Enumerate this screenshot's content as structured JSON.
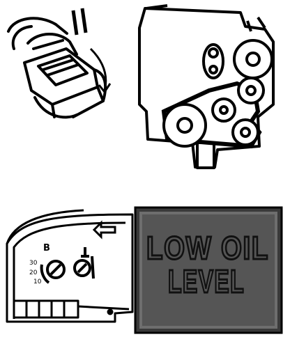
{
  "panel_a": {
    "icons": [
      "hand-pressing-switch-icon",
      "pause-bars-icon",
      "rotation-arrow-icon"
    ]
  },
  "panel_b": {
    "icons": [
      "engine-icon",
      "drive-belt-icon",
      "pulley-icon"
    ]
  },
  "panel_c": {
    "gauge_label": "B",
    "scale": [
      "30",
      "20",
      "10"
    ],
    "icons": [
      "left-arrow-icon",
      "knob-icon",
      "lamp-icon"
    ]
  },
  "warning_panel": {
    "line1": "LOW OIL",
    "line2": "LEVEL",
    "background": "#3a3a3a"
  },
  "colors": {
    "ink": "#000000",
    "paper": "#ffffff"
  }
}
